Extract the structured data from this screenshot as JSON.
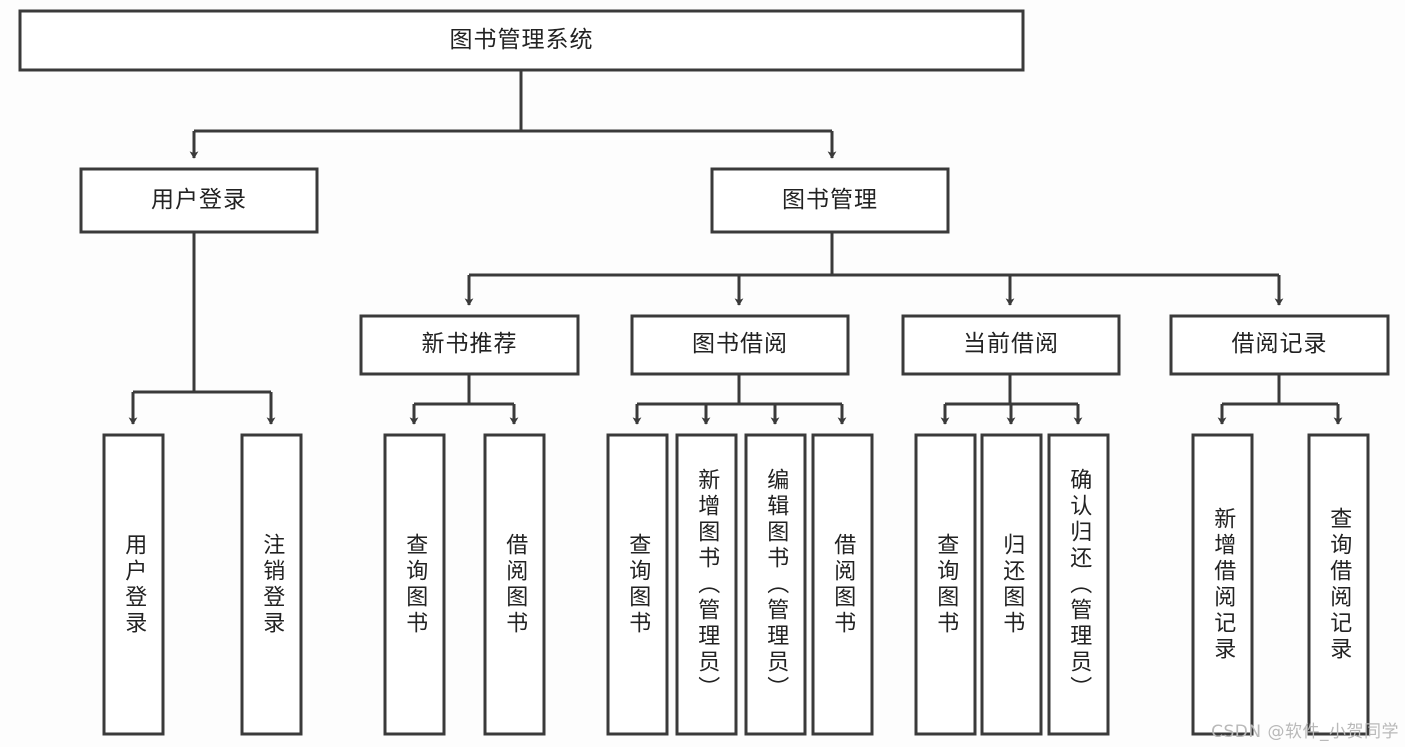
{
  "diagram": {
    "title": "图书管理系统",
    "type": "hierarchy-tree",
    "watermark": "CSDN @软件_小贺同学",
    "colors": {
      "stroke": "#3a3a3a",
      "fill": "#ffffff",
      "text": "#222222",
      "background": "#fdfdfd",
      "watermark": "#b9b9b9"
    },
    "levels": {
      "root": {
        "label": "图书管理系统"
      },
      "level2": [
        {
          "label": "用户登录"
        },
        {
          "label": "图书管理"
        }
      ],
      "level3": [
        {
          "label": "新书推荐"
        },
        {
          "label": "图书借阅"
        },
        {
          "label": "当前借阅"
        },
        {
          "label": "借阅记录"
        }
      ],
      "leaves": {
        "user_login": [
          {
            "label": "用户登录"
          },
          {
            "label": "注销登录"
          }
        ],
        "new_book_recommend": [
          {
            "label": "查询图书"
          },
          {
            "label": "借阅图书"
          }
        ],
        "book_borrow": [
          {
            "label": "查询图书"
          },
          {
            "label": "新增图书（管理员）"
          },
          {
            "label": "编辑图书（管理员）"
          },
          {
            "label": "借阅图书"
          }
        ],
        "current_borrow": [
          {
            "label": "查询图书"
          },
          {
            "label": "归还图书"
          },
          {
            "label": "确认归还（管理员）"
          }
        ],
        "borrow_record": [
          {
            "label": "新增借阅记录"
          },
          {
            "label": "查询借阅记录"
          }
        ]
      }
    }
  }
}
